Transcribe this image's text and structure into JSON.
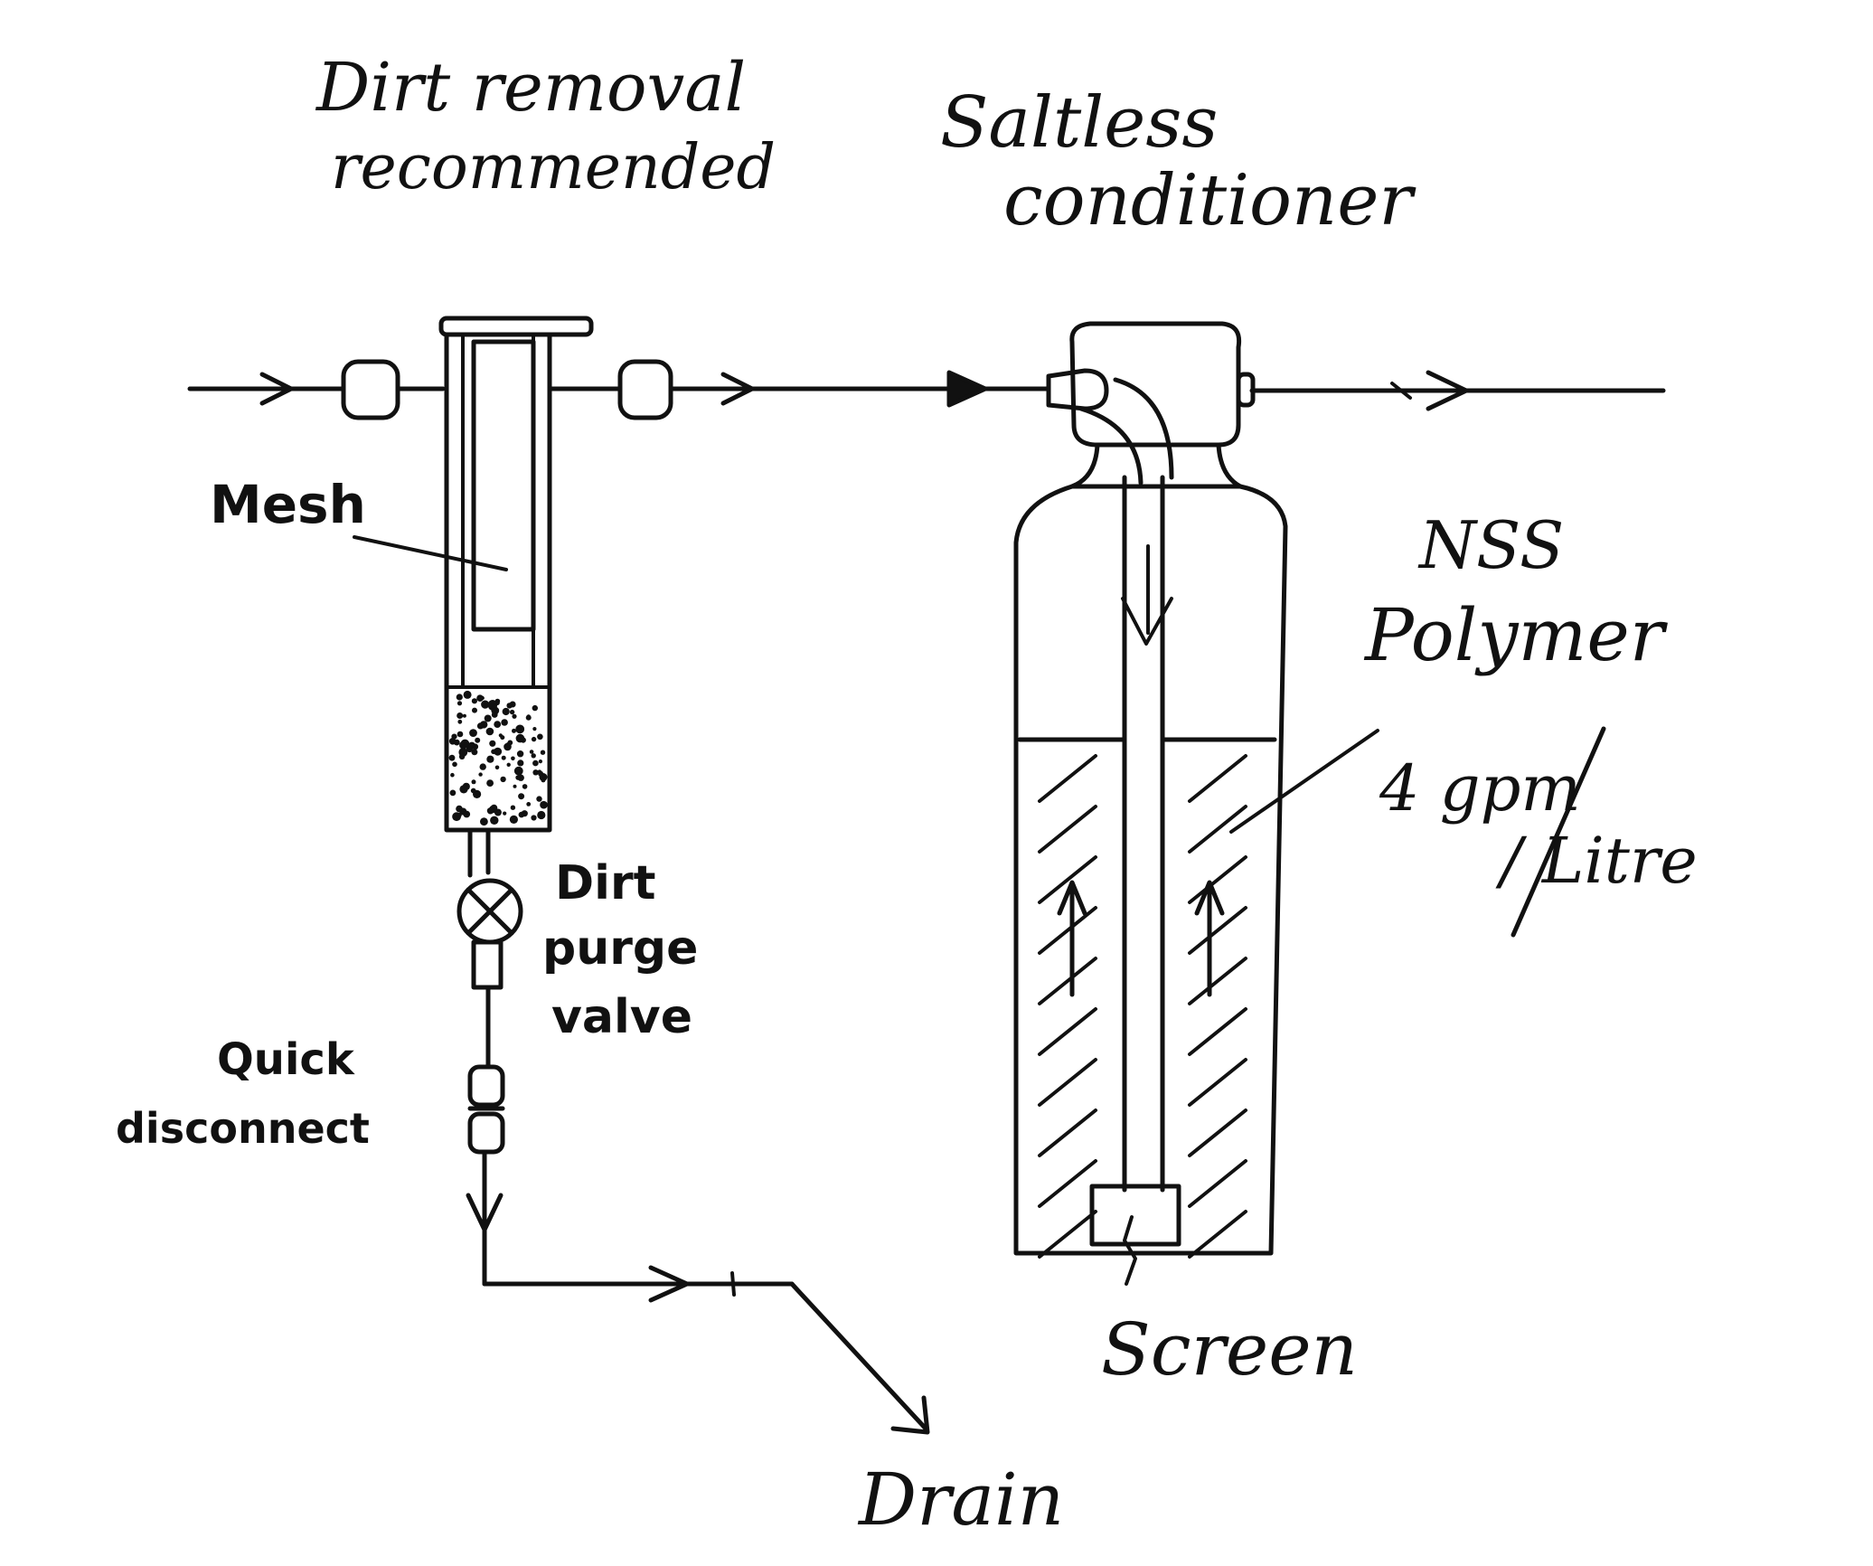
{
  "titles": {
    "left_line1": "Dirt removal",
    "left_line2": "recommended",
    "right_line1": "Saltless",
    "right_line2": "conditioner"
  },
  "labels": {
    "mesh": "Mesh",
    "purge_line1": "Dirt",
    "purge_line2": "purge",
    "purge_line3": "valve",
    "quick_line1": "Quick",
    "quick_line2": "disconnect",
    "nss_line1": "NSS",
    "nss_line2": "Polymer",
    "rate_num": "4 gpm",
    "rate_unit": "/ Litre",
    "screen": "Screen",
    "drain": "Drain"
  },
  "style": {
    "ink": "#111111",
    "paper": "#ffffff"
  }
}
